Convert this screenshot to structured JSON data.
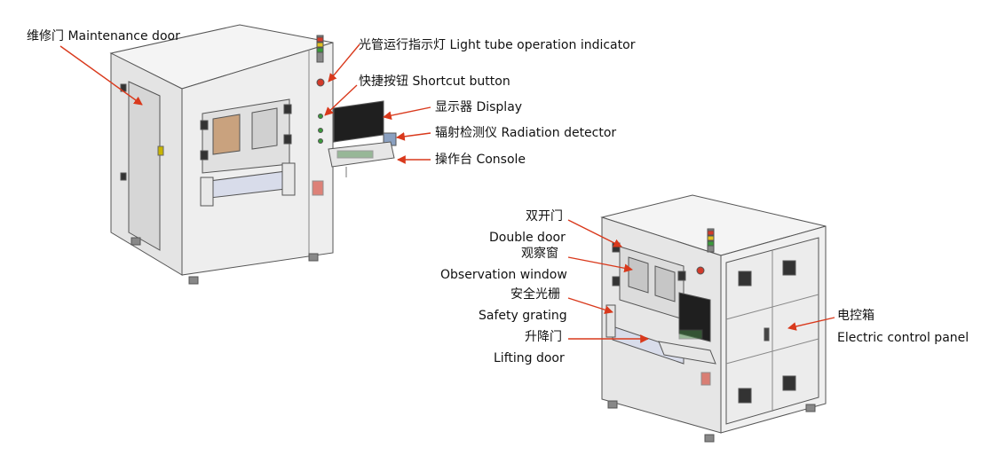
{
  "labels": {
    "maintenance_door": "维修门 Maintenance door",
    "light_tube": "光管运行指示灯 Light tube operation indicator",
    "shortcut_button": "快捷按钮 Shortcut button",
    "display": "显示器 Display",
    "radiation_detector": "辐射检测仪 Radiation detector",
    "console": "操作台 Console",
    "double_door_cn": "双开门",
    "double_door_en": "Double door",
    "observation_window_cn": "观察窗",
    "observation_window_en": "Observation window",
    "safety_grating_cn": "安全光栅",
    "safety_grating_en": "Safety grating",
    "lifting_door_cn": "升降门",
    "lifting_door_en": "Lifting door",
    "electric_panel_cn": "电控箱",
    "electric_panel_en": "Electric control panel"
  },
  "colors": {
    "arrow": "#d9391c",
    "cabinet_light": "#f2f2f2",
    "cabinet_mid": "#e3e3e3",
    "cabinet_dark": "#cfcfcf",
    "outline": "#555555",
    "screen": "#1f1f1f",
    "indicator_red": "#d23a2a",
    "indicator_green": "#3a9a3a"
  }
}
